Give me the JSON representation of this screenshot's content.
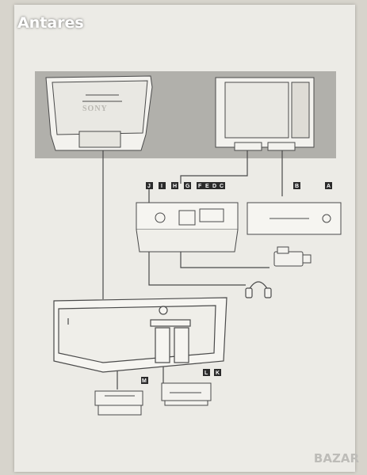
{
  "watermark": {
    "text": "Antares"
  },
  "logo": {
    "text": "BAZAR"
  },
  "monitor": {
    "brand": "SONY"
  },
  "labels": {
    "J": "J",
    "I": "I",
    "H": "H",
    "G": "G",
    "F": "F",
    "E": "E",
    "D": "D",
    "C": "C",
    "B": "B",
    "A": "A",
    "M": "M",
    "L": "L",
    "K": "K"
  },
  "colors": {
    "paper": "#ecebe6",
    "band": "#b1b0ab",
    "line": "#4a4a4a",
    "label_bg": "#2a2a2a"
  },
  "icons": [
    "camcorder-icon",
    "headphones-icon",
    "computer-icon",
    "vcr-icon"
  ]
}
